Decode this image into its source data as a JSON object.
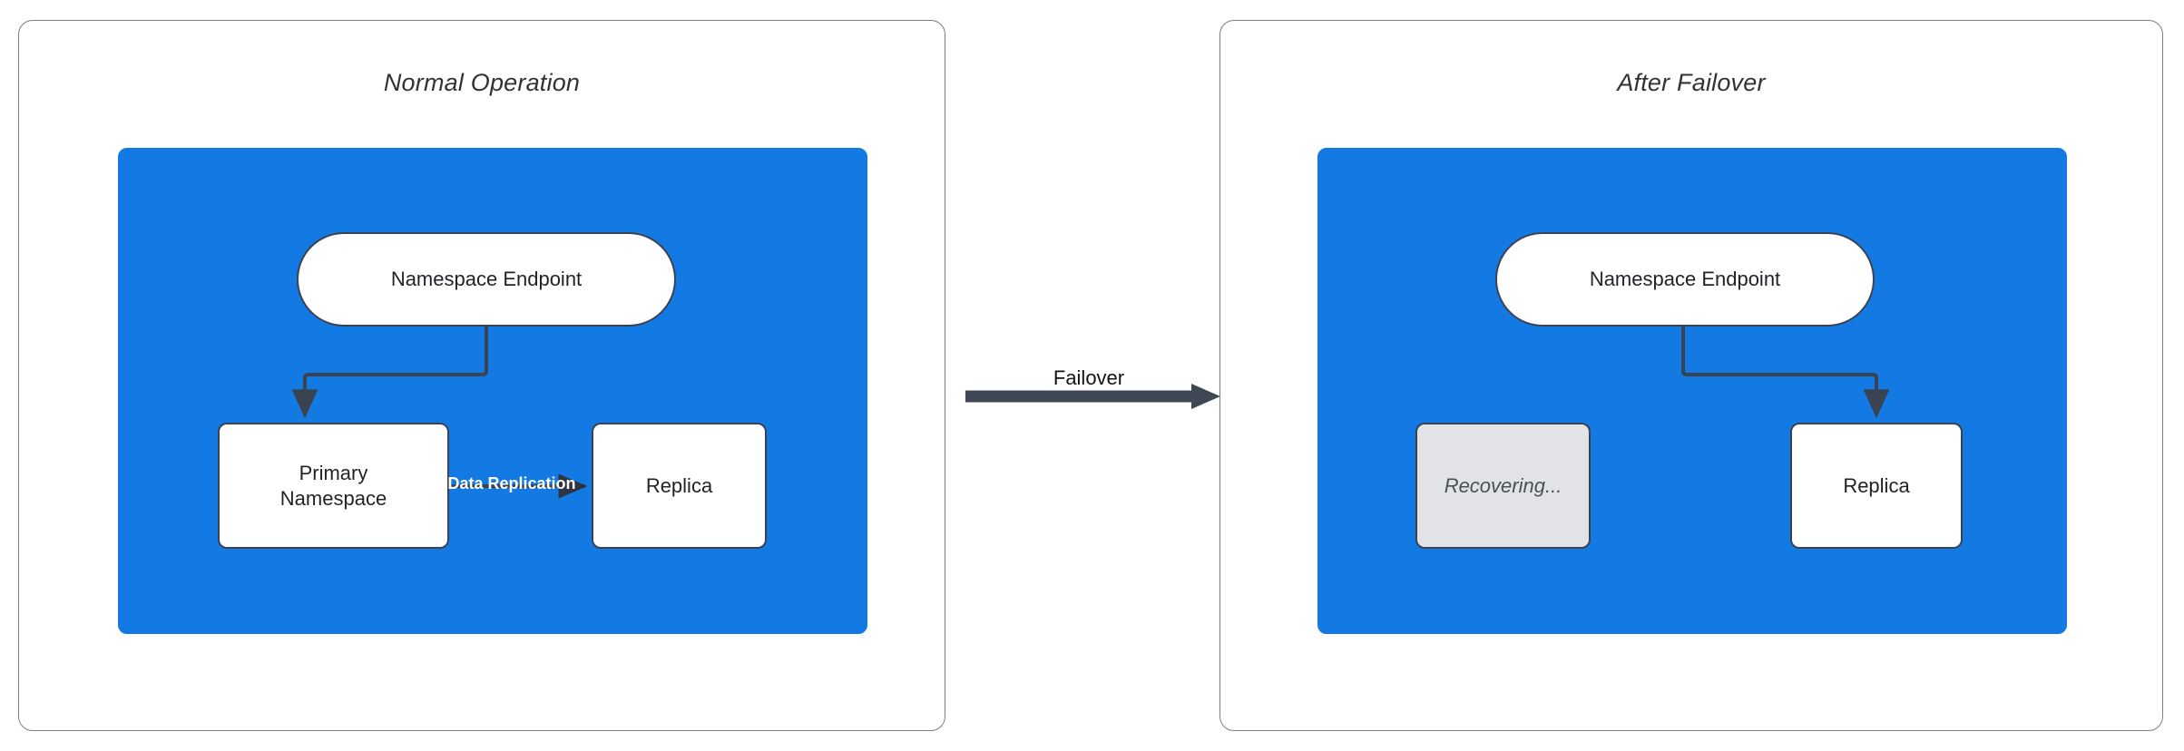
{
  "diagram": {
    "title_left": "Normal Operation",
    "title_right": "After Failover",
    "transition_label": "Failover",
    "replication_label": "Data Replication",
    "colors": {
      "zone_blue": "#1379E3",
      "node_border": "#3b4252",
      "node_fill": "#ffffff",
      "dimmed_fill": "#E1E3E6",
      "dimmed_text": "#4a5058",
      "panel_border": "#7d7d7d",
      "label_white": "#ffffff"
    },
    "panels": [
      {
        "id": "normal-operation",
        "title": "Normal Operation",
        "nodes": [
          {
            "id": "endpoint",
            "label": "Namespace Endpoint",
            "shape": "pill",
            "state": "active"
          },
          {
            "id": "primary",
            "label": "Primary\nNamespace",
            "label_line1": "Primary",
            "label_line2": "Namespace",
            "shape": "rect",
            "state": "active"
          },
          {
            "id": "replica",
            "label": "Replica",
            "shape": "rect",
            "state": "active"
          }
        ],
        "edges": [
          {
            "from": "endpoint",
            "to": "primary",
            "label": "",
            "style": "elbow-arrow"
          },
          {
            "from": "primary",
            "to": "replica",
            "label": "Data Replication",
            "style": "straight-arrow"
          }
        ]
      },
      {
        "id": "after-failover",
        "title": "After Failover",
        "nodes": [
          {
            "id": "endpoint",
            "label": "Namespace Endpoint",
            "shape": "pill",
            "state": "active"
          },
          {
            "id": "recovering",
            "label": "Recovering...",
            "shape": "rect",
            "state": "dimmed"
          },
          {
            "id": "replica",
            "label": "Replica",
            "shape": "rect",
            "state": "active"
          }
        ],
        "edges": [
          {
            "from": "endpoint",
            "to": "replica",
            "label": "",
            "style": "elbow-arrow"
          }
        ]
      }
    ]
  }
}
